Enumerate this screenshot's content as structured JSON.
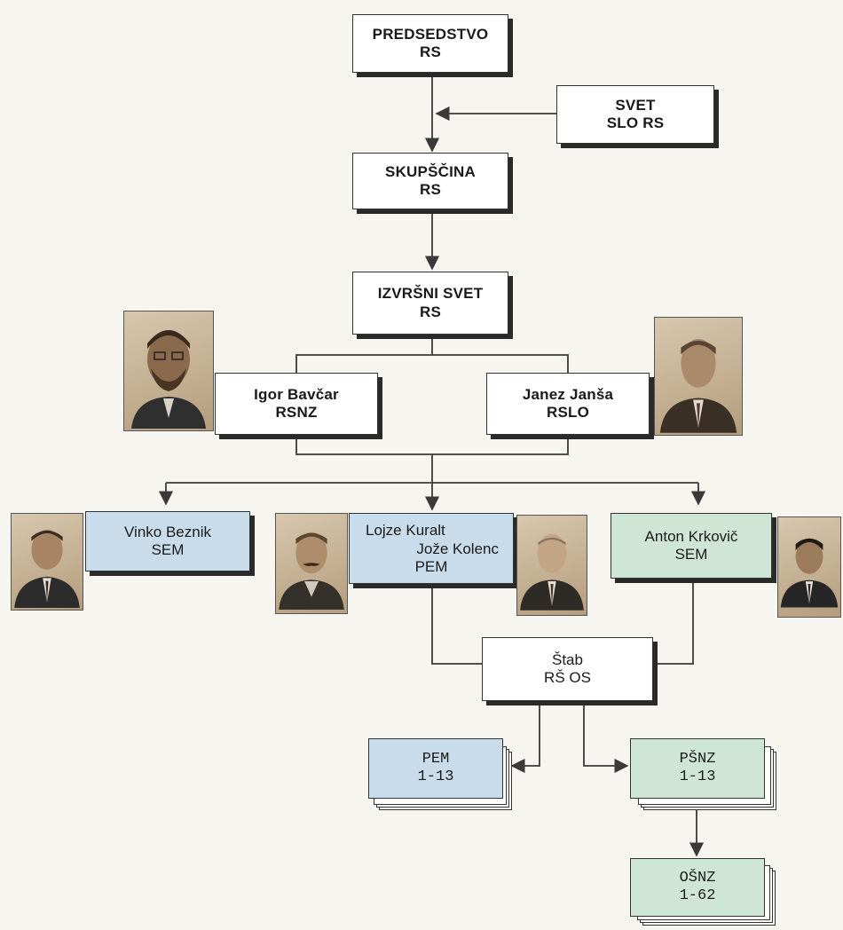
{
  "colors": {
    "blue_fill": "#c9dceb",
    "green_fill": "#cfe6d6",
    "line": "#3a3a3a"
  },
  "nodes": {
    "predsedstvo": {
      "line1": "PREDSEDSTVO",
      "line2": "RS"
    },
    "svet_slo": {
      "line1": "SVET",
      "line2": "SLO RS"
    },
    "skupscina": {
      "line1": "SKUPŠČINA",
      "line2": "RS"
    },
    "izvrsni_svet": {
      "line1": "IZVRŠNI SVET",
      "line2": "RS"
    },
    "bavcar": {
      "line1": "Igor Bavčar",
      "line2": "RSNZ"
    },
    "jansa": {
      "line1": "Janez Janša",
      "line2": "RSLO"
    },
    "beznik": {
      "line1": "Vinko Beznik",
      "line2": "SEM"
    },
    "kuralt": {
      "line1": "Lojze Kuralt",
      "line2": "Jože Kolenc",
      "line3": "PEM"
    },
    "krkovic": {
      "line1": "Anton Krkovič",
      "line2": "SEM"
    },
    "stab": {
      "line1": "Štab",
      "line2": "RŠ OS"
    },
    "pem": {
      "line1": "PEM",
      "line2": "1-13"
    },
    "psnz": {
      "line1": "PŠNZ",
      "line2": "1-13"
    },
    "osnz": {
      "line1": "OŠNZ",
      "line2": "1-62"
    }
  },
  "photos": [
    "bavcar",
    "jansa",
    "beznik",
    "kuralt",
    "kolenc",
    "krkovic"
  ]
}
